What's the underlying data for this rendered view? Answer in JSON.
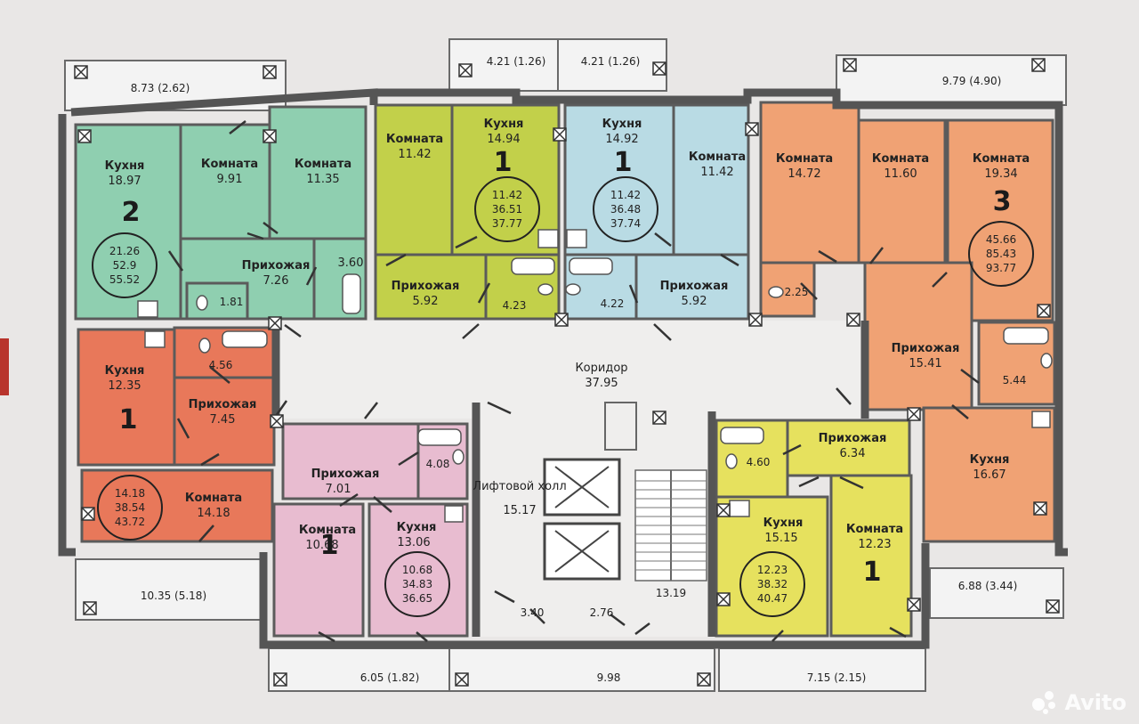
{
  "rooms": [
    {
      "id": "r1",
      "title": "Кухня",
      "area": "18.97"
    },
    {
      "id": "r2",
      "title": "Комната",
      "area": "9.91"
    },
    {
      "id": "r3",
      "title": "Комната",
      "area": "11.35"
    },
    {
      "id": "r4",
      "title": "Прихожая",
      "area": "7.26"
    },
    {
      "id": "r5",
      "title": "",
      "area": "3.60"
    },
    {
      "id": "r6",
      "title": "",
      "area": "1.81"
    },
    {
      "id": "r7",
      "title": "Комната",
      "area": "11.42"
    },
    {
      "id": "r8",
      "title": "Кухня",
      "area": "14.94"
    },
    {
      "id": "r9",
      "title": "Прихожая",
      "area": "5.92"
    },
    {
      "id": "r10",
      "title": "",
      "area": "4.23"
    },
    {
      "id": "r11",
      "title": "Кухня",
      "area": "14.92"
    },
    {
      "id": "r12",
      "title": "Комната",
      "area": "11.42"
    },
    {
      "id": "r13",
      "title": "Прихожая",
      "area": "5.92"
    },
    {
      "id": "r14",
      "title": "",
      "area": "4.22"
    },
    {
      "id": "r15",
      "title": "Комната",
      "area": "14.72"
    },
    {
      "id": "r16",
      "title": "Комната",
      "area": "11.60"
    },
    {
      "id": "r17",
      "title": "Комната",
      "area": "19.34"
    },
    {
      "id": "r18",
      "title": "",
      "area": "2.25"
    },
    {
      "id": "r19",
      "title": "Прихожая",
      "area": "15.41"
    },
    {
      "id": "r20",
      "title": "",
      "area": "5.44"
    },
    {
      "id": "r21",
      "title": "Кухня",
      "area": "16.67"
    },
    {
      "id": "r22",
      "title": "Кухня",
      "area": "12.35"
    },
    {
      "id": "r23",
      "title": "",
      "area": "4.56"
    },
    {
      "id": "r24",
      "title": "Прихожая",
      "area": "7.45"
    },
    {
      "id": "r25",
      "title": "Комната",
      "area": "14.18"
    },
    {
      "id": "r26",
      "title": "Коридор",
      "area": "37.95"
    },
    {
      "id": "r27",
      "title": "Прихожая",
      "area": "7.01"
    },
    {
      "id": "r28",
      "title": "",
      "area": "4.08"
    },
    {
      "id": "r29",
      "title": "Комната",
      "area": "10.68"
    },
    {
      "id": "r30",
      "title": "Кухня",
      "area": "13.06"
    },
    {
      "id": "r31",
      "title": "Лифтовой холл",
      "area": "15.17"
    },
    {
      "id": "r32",
      "title": "",
      "area": "3.40"
    },
    {
      "id": "r33",
      "title": "",
      "area": "2.76"
    },
    {
      "id": "r34",
      "title": "",
      "area": "13.19"
    },
    {
      "id": "r35",
      "title": "Прихожая",
      "area": "6.34"
    },
    {
      "id": "r36",
      "title": "",
      "area": "4.60"
    },
    {
      "id": "r37",
      "title": "Кухня",
      "area": "15.15"
    },
    {
      "id": "r38",
      "title": "Комната",
      "area": "12.23"
    }
  ],
  "apartments": [
    {
      "id": "a1",
      "rooms": "2",
      "living": "21.26",
      "total": "52.9",
      "total_balcony": "55.52"
    },
    {
      "id": "a2",
      "rooms": "1",
      "living": "11.42",
      "total": "36.51",
      "total_balcony": "37.77"
    },
    {
      "id": "a3",
      "rooms": "1",
      "living": "11.42",
      "total": "36.48",
      "total_balcony": "37.74"
    },
    {
      "id": "a4",
      "rooms": "3",
      "living": "45.66",
      "total": "85.43",
      "total_balcony": "93.77"
    },
    {
      "id": "a5",
      "rooms": "1",
      "living": "14.18",
      "total": "38.54",
      "total_balcony": "43.72"
    },
    {
      "id": "a6",
      "rooms": "1",
      "living": "10.68",
      "total": "34.83",
      "total_balcony": "36.65"
    },
    {
      "id": "a7",
      "rooms": "1",
      "living": "12.23",
      "total": "38.32",
      "total_balcony": "40.47"
    }
  ],
  "balconies": [
    {
      "id": "b1",
      "label": "8.73 (2.62)"
    },
    {
      "id": "b2",
      "label": "4.21 (1.26)"
    },
    {
      "id": "b3",
      "label": "4.21 (1.26)"
    },
    {
      "id": "b4",
      "label": "9.79 (4.90)"
    },
    {
      "id": "b5",
      "label": "10.35 (5.18)"
    },
    {
      "id": "b6",
      "label": "6.05 (1.82)"
    },
    {
      "id": "b7",
      "label": "9.98"
    },
    {
      "id": "b8",
      "label": "7.15 (2.15)"
    },
    {
      "id": "b9",
      "label": "6.88 (3.44)"
    }
  ],
  "colors": {
    "green_apt": "#8fcfb0",
    "olive_apt": "#c2d04a",
    "blue_apt": "#b9dbe4",
    "orange_apt": "#f0a274",
    "red_apt": "#e8785a",
    "pink_apt": "#e8bcd0",
    "yellow_apt": "#e6e15e",
    "common": "#efeeed"
  },
  "watermark": {
    "text": "Avito"
  }
}
